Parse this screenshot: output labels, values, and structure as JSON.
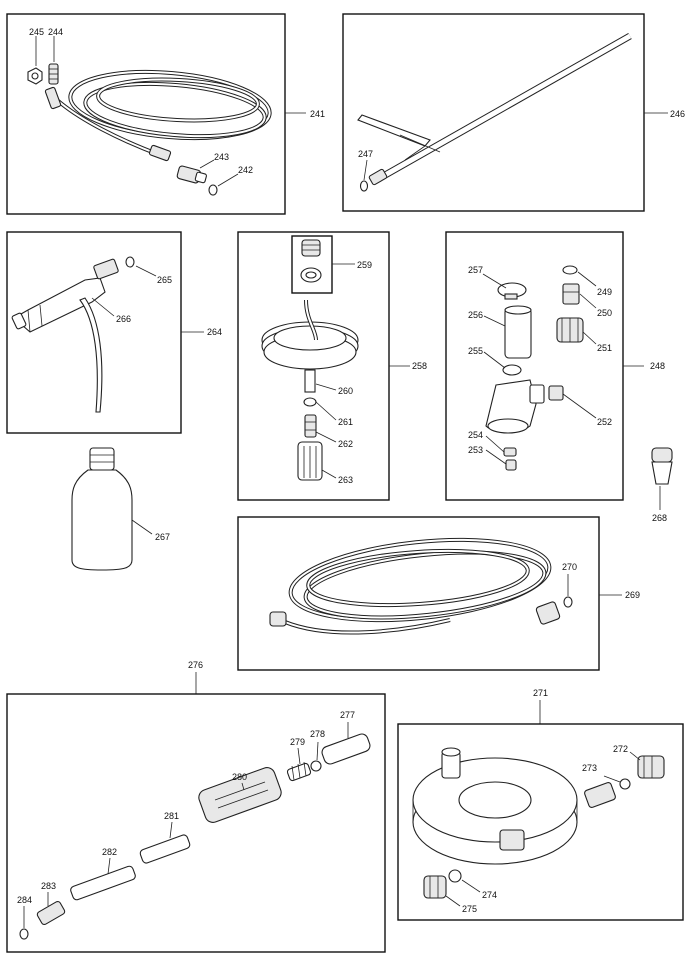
{
  "callouts": [
    {
      "id": "c245",
      "text": "245"
    },
    {
      "id": "c244",
      "text": "244"
    },
    {
      "id": "c241",
      "text": "241"
    },
    {
      "id": "c243",
      "text": "243"
    },
    {
      "id": "c242",
      "text": "242"
    },
    {
      "id": "c246",
      "text": "246"
    },
    {
      "id": "c247",
      "text": "247"
    },
    {
      "id": "c265",
      "text": "265"
    },
    {
      "id": "c266",
      "text": "266"
    },
    {
      "id": "c264",
      "text": "264"
    },
    {
      "id": "c259",
      "text": "259"
    },
    {
      "id": "c258",
      "text": "258"
    },
    {
      "id": "c260",
      "text": "260"
    },
    {
      "id": "c261",
      "text": "261"
    },
    {
      "id": "c262",
      "text": "262"
    },
    {
      "id": "c263",
      "text": "263"
    },
    {
      "id": "c257",
      "text": "257"
    },
    {
      "id": "c256",
      "text": "256"
    },
    {
      "id": "c255",
      "text": "255"
    },
    {
      "id": "c249",
      "text": "249"
    },
    {
      "id": "c250",
      "text": "250"
    },
    {
      "id": "c251",
      "text": "251"
    },
    {
      "id": "c248",
      "text": "248"
    },
    {
      "id": "c252",
      "text": "252"
    },
    {
      "id": "c254",
      "text": "254"
    },
    {
      "id": "c253",
      "text": "253"
    },
    {
      "id": "c268",
      "text": "268"
    },
    {
      "id": "c267",
      "text": "267"
    },
    {
      "id": "c270",
      "text": "270"
    },
    {
      "id": "c269",
      "text": "269"
    },
    {
      "id": "c276",
      "text": "276"
    },
    {
      "id": "c271",
      "text": "271"
    },
    {
      "id": "c277",
      "text": "277"
    },
    {
      "id": "c278",
      "text": "278"
    },
    {
      "id": "c279",
      "text": "279"
    },
    {
      "id": "c280",
      "text": "280"
    },
    {
      "id": "c281",
      "text": "281"
    },
    {
      "id": "c282",
      "text": "282"
    },
    {
      "id": "c283",
      "text": "283"
    },
    {
      "id": "c284",
      "text": "284"
    },
    {
      "id": "c272",
      "text": "272"
    },
    {
      "id": "c273",
      "text": "273"
    },
    {
      "id": "c274",
      "text": "274"
    },
    {
      "id": "c275",
      "text": "275"
    }
  ]
}
